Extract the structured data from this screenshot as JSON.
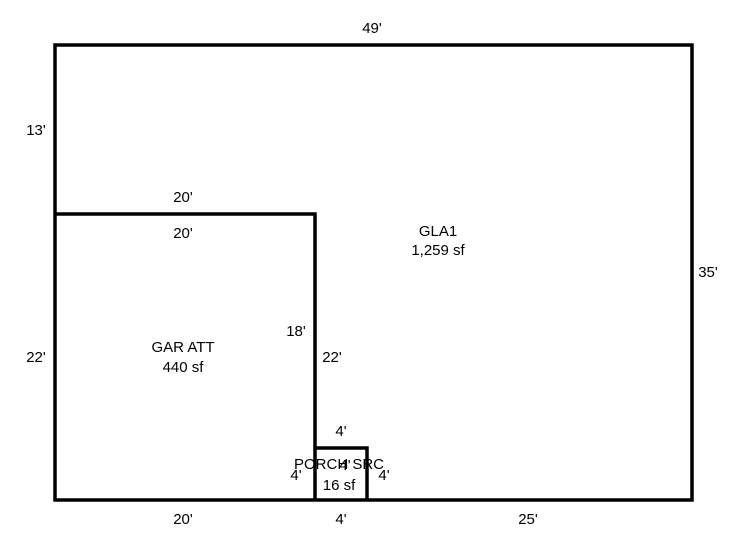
{
  "areas": {
    "gla1": {
      "name": "GLA1",
      "size": "1,259 sf"
    },
    "garage": {
      "name": "GAR ATT",
      "size": "440 sf"
    },
    "porch": {
      "name": "PORCH SRC",
      "size": "16 sf"
    }
  },
  "dimensions": {
    "top": "49'",
    "right": "35'",
    "left_upper": "13'",
    "left_lower": "22'",
    "bottom_left": "20'",
    "bottom_mid": "4'",
    "bottom_right": "25'",
    "garage_top_outer": "20'",
    "garage_top_inner": "20'",
    "garage_right": "18'",
    "gla_inner_right": "22'",
    "porch_top": "4'",
    "porch_left": "4'",
    "porch_inner": "4'",
    "porch_right": "4'"
  }
}
